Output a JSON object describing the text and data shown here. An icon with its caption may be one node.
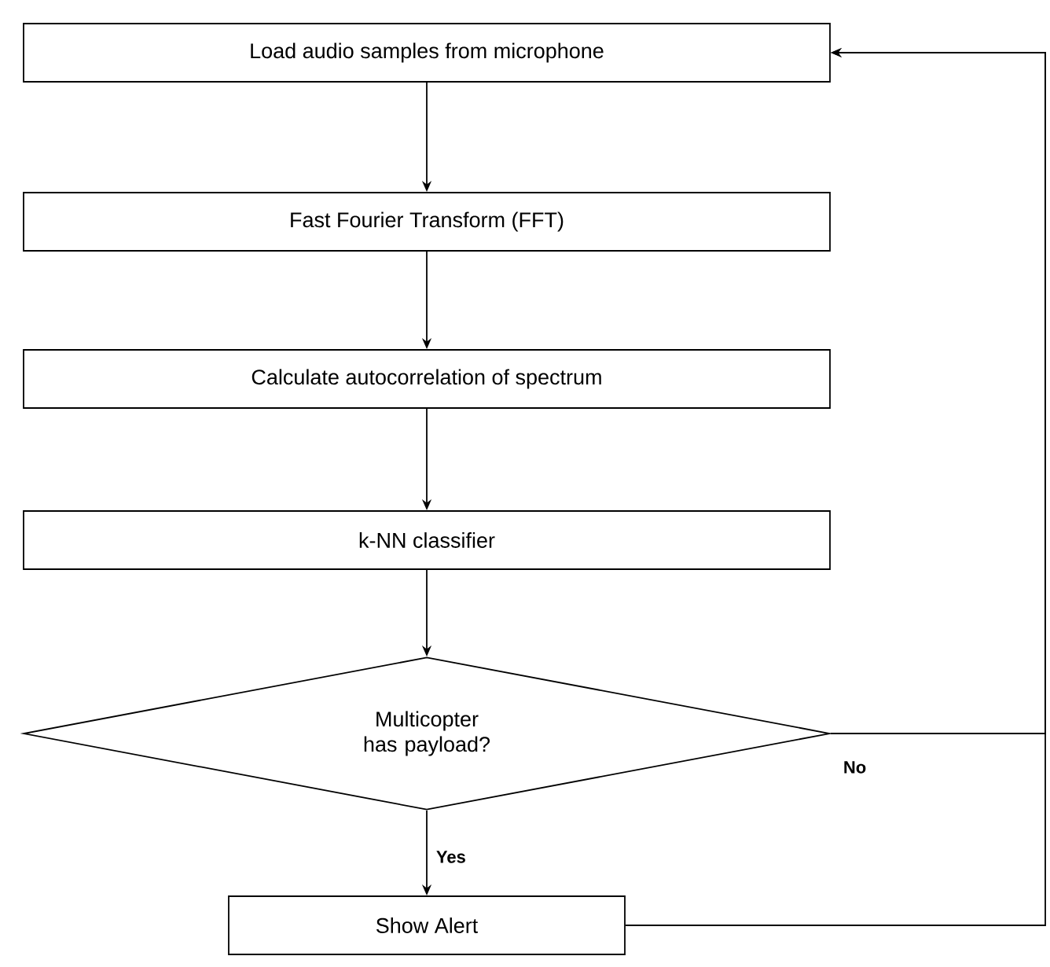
{
  "diagram": {
    "nodes": [
      {
        "text": [
          "Load audio samples from microphone"
        ]
      },
      {
        "text": [
          "Fast Fourier Transform (FFT)"
        ]
      },
      {
        "text": [
          "Calculate autocorrelation of spectrum"
        ]
      },
      {
        "text": [
          "k-NN classifier"
        ]
      },
      {
        "text": [
          "Multicopter has payload?"
        ]
      },
      {
        "text": [
          "Show Alert"
        ]
      }
    ],
    "edges": [
      {
        "from": 0,
        "to": 1,
        "arrow": "to"
      },
      {
        "from": 1,
        "to": 2,
        "arrow": "to"
      },
      {
        "from": 2,
        "to": 3,
        "arrow": "to"
      },
      {
        "from": 3,
        "to": 4,
        "arrow": "to"
      },
      {
        "from": 4,
        "to": 5,
        "arrow": "to",
        "label": "Yes"
      },
      {
        "from": 4,
        "to": 0,
        "arrow": "to",
        "label": "No"
      },
      {
        "from": 5,
        "to": 0,
        "arrow": "to"
      }
    ]
  }
}
